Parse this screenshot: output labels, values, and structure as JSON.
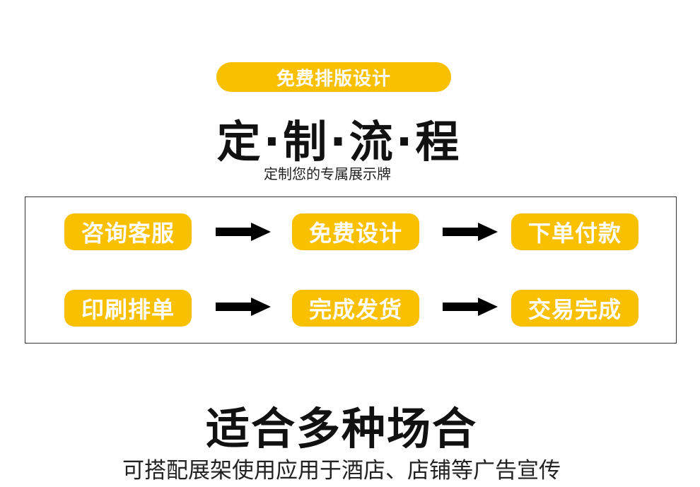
{
  "badge": {
    "label": "免费排版设计"
  },
  "title": "定·制·流·程",
  "subtitle": "定制您的专属展示牌",
  "process": {
    "row1": [
      "咨询客服",
      "免费设计",
      "下单付款"
    ],
    "row2": [
      "印刷排单",
      "完成发货",
      "交易完成"
    ]
  },
  "occasions": {
    "title": "适合多种场合",
    "subtitle": "可搭配展架使用应用于酒店、店铺等广告宣传"
  },
  "colors": {
    "accent": "#f9c000",
    "text": "#111111",
    "arrow": "#000000"
  },
  "icons": {
    "arrow": "right-arrow-icon"
  }
}
